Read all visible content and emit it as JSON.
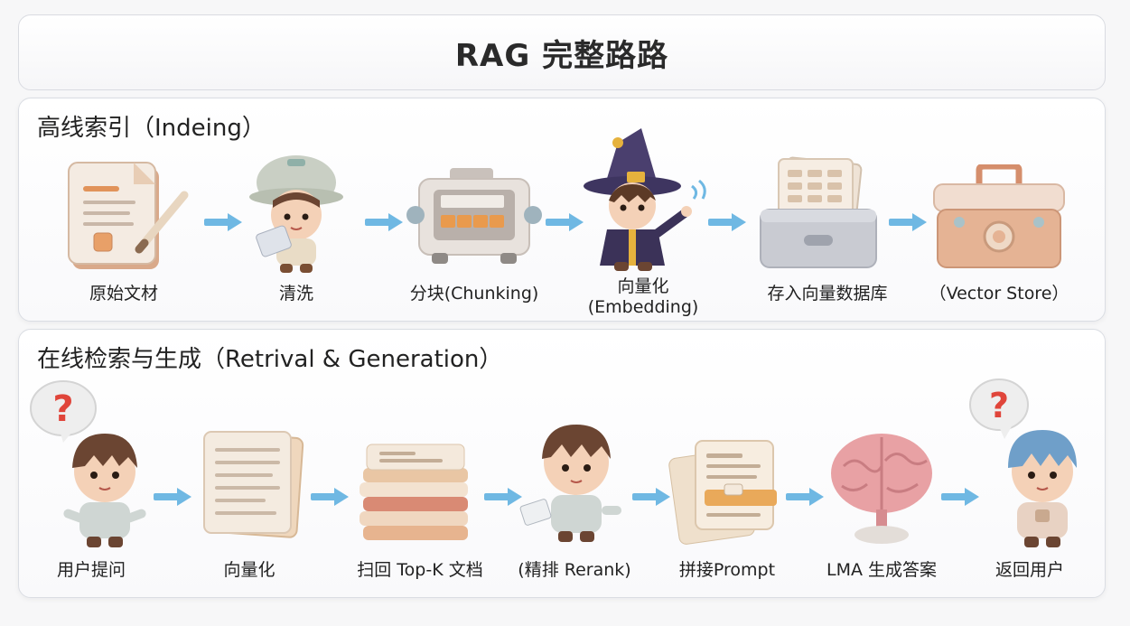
{
  "title": "RAG 完整路路",
  "indexing": {
    "heading": "高线索引（Indeing）",
    "steps": [
      {
        "label": "原始文材",
        "icon": "document-pencil-icon"
      },
      {
        "label": "清洗",
        "icon": "cleaner-character-icon"
      },
      {
        "label": "分块(Chunking)",
        "icon": "chunking-machine-icon"
      },
      {
        "label_line1": "向量化",
        "label_line2": "(Embedding)",
        "icon": "wizard-icon"
      },
      {
        "label": "存入向量数据库",
        "icon": "file-drawer-icon"
      },
      {
        "label": "（Vector Store）",
        "icon": "toolbox-icon"
      }
    ]
  },
  "retrieval": {
    "heading": "在线检索与生成（Retrival & Generation）",
    "steps": [
      {
        "label": "用户提问",
        "icon": "user-question-icon"
      },
      {
        "label": "向量化",
        "icon": "document-stack-icon"
      },
      {
        "label": "扫回 Top-K 文档",
        "icon": "layered-docs-icon"
      },
      {
        "label": "(精排 Rerank)",
        "icon": "rerank-character-icon"
      },
      {
        "label": "拼接Prompt",
        "icon": "prompt-docs-icon"
      },
      {
        "label": "LMA 生成答案",
        "icon": "brain-icon"
      },
      {
        "label": "返回用户",
        "icon": "user-return-icon"
      }
    ]
  },
  "colors": {
    "arrow": "#6fb8e3",
    "panel_border": "#dadde3",
    "question_mark": "#e0453a"
  }
}
